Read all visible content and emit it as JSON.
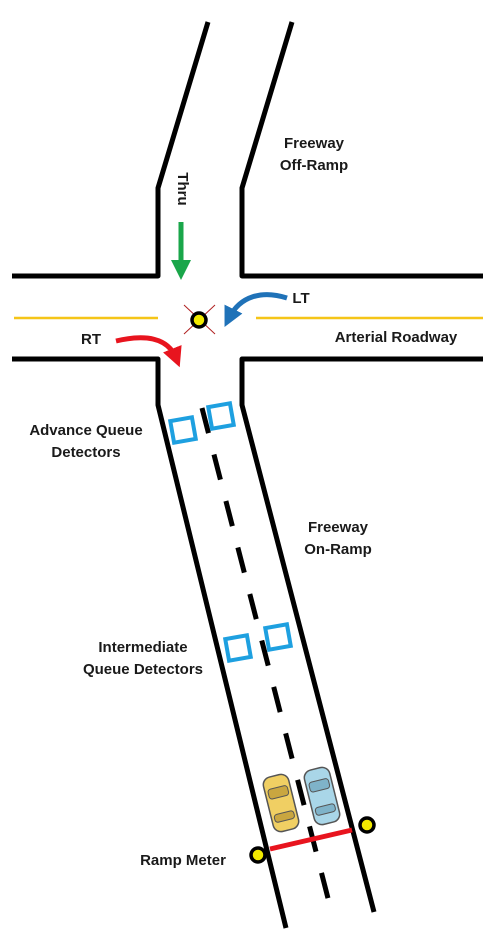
{
  "labels": {
    "offramp_line1": "Freeway",
    "offramp_line2": "Off-Ramp",
    "thru": "Thru",
    "lt": "LT",
    "rt": "RT",
    "arterial": "Arterial Roadway",
    "advance_line1": "Advance Queue",
    "advance_line2": "Detectors",
    "onramp_line1": "Freeway",
    "onramp_line2": "On-Ramp",
    "intermediate_line1": "Intermediate",
    "intermediate_line2": "Queue Detectors",
    "ramp_meter": "Ramp Meter"
  },
  "colors": {
    "road_edge": "#000000",
    "center_line": "#f5c518",
    "thru_arrow": "#1aa64a",
    "lt_arrow": "#1f72b8",
    "rt_arrow": "#e8141e",
    "detector": "#1ea0e0",
    "signal": "#f2ea00",
    "meter_bar": "#e8141e",
    "car_yellow": "#f0cf63",
    "car_blue": "#a9d6e8"
  },
  "icons": {
    "signal": "traffic-signal-icon",
    "car": "car-icon"
  }
}
